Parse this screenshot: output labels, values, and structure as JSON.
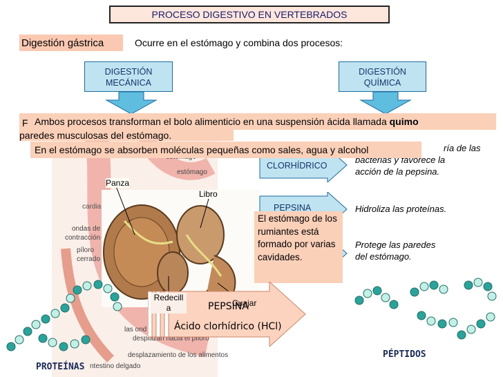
{
  "title": "PROCESO DIGESTIVO EN VERTEBRADOS",
  "section_tag": "Digestión gástrica",
  "intro": "Ocurre en el estómago y combina dos procesos:",
  "boxes": {
    "mecanica": {
      "line1": "DIGESTIÓN",
      "line2": "MECÁNICA"
    },
    "quimica": {
      "line1": "DIGESTIÓN",
      "line2": "QUÍMICA"
    }
  },
  "notes": {
    "quimo_prefix": "Ambos procesos transforman el bolo alimenticio en una suspensión ácida llamada ",
    "quimo_bold": "quimo",
    "absorb": "En el estómago se absorben moléculas pequeñas como sales, agua y alcohol",
    "behind_left_top": "F",
    "behind_left_bottom": "paredes musculosas del estómago.",
    "rumiantes": "El estómago de los rumiantes está formado por varias cavidades."
  },
  "chem": {
    "clorhidrico_label": "CLORHÍDRICO",
    "clorhidrico_desc_1": "ría de las",
    "clorhidrico_desc_2": "bacterias y favorece la",
    "clorhidrico_desc_3": "acción de la pepsina.",
    "pepsina_label": "PEPSINA",
    "pepsina_desc": "Hidroliza las proteínas.",
    "moco_desc_1": "Protege las paredes",
    "moco_desc_2": "del estómago."
  },
  "stomach_labels": {
    "panza": "Panza",
    "libro": "Libro",
    "redecilla_1": "Redecill",
    "redecilla_2": "a",
    "cuajar": "Cuajar",
    "estomago_1": "estómago",
    "estomago_2": "estómago",
    "cardias": "cardia",
    "ondas_1": "ondas de",
    "ondas_2": "contracción",
    "piloro_1": "píloro",
    "piloro_2": "cerrado",
    "bottom_1": "las ond",
    "bottom_2": "desplazan hacia el píloro",
    "bottom_3": "desplazamiento de los alimentos",
    "bottom_4": "ntestino delgado"
  },
  "big_arrow": {
    "pepsina": "PEPSINA",
    "hcl": "Ácido clorhídrico (HCl)"
  },
  "proteinas": "PROTEÍNAS",
  "peptidos": "PÉPTIDOS",
  "colors": {
    "chain_teal": "#2aa39a",
    "chain_light": "#c3f0e6",
    "arrow_peach": "#fcd3bf",
    "arrow_blue": "#bfe3f1"
  }
}
